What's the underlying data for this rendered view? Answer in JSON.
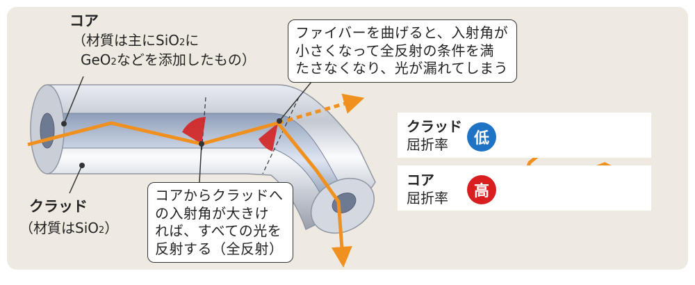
{
  "labels": {
    "core_title": "コア",
    "core_note_1": "（材質は主にSiO",
    "core_note_1_sub": "2",
    "core_note_1_end": "に",
    "core_note_2": "GeO",
    "core_note_2_sub": "2",
    "core_note_2_end": "などを添加したもの）",
    "clad_title": "クラッド",
    "clad_note": "（材質はSiO",
    "clad_note_sub": "2",
    "clad_note_end": "）"
  },
  "callout_bend": {
    "line1": "ファイバーを曲げると、入射角が",
    "line2": "小さくなって全反射の条件を満",
    "line3": "たさなくなり、光が漏れてしまう"
  },
  "callout_total": {
    "line1": "コアからクラッドへ",
    "line2": "の入射角が大きけ",
    "line3": "れば、すべての光を",
    "line4": "反射する（全反射）"
  },
  "legend": {
    "clad_name": "クラッド",
    "clad_sub": "屈折率",
    "clad_badge": "低",
    "core_name": "コア",
    "core_sub": "屈折率",
    "core_badge": "高"
  },
  "colors": {
    "background": "#efeae1",
    "light_ray": "#f0901e",
    "incidence_angle": "#d42222",
    "badge_low": "#1f73c4",
    "badge_high": "#d81e1e"
  }
}
